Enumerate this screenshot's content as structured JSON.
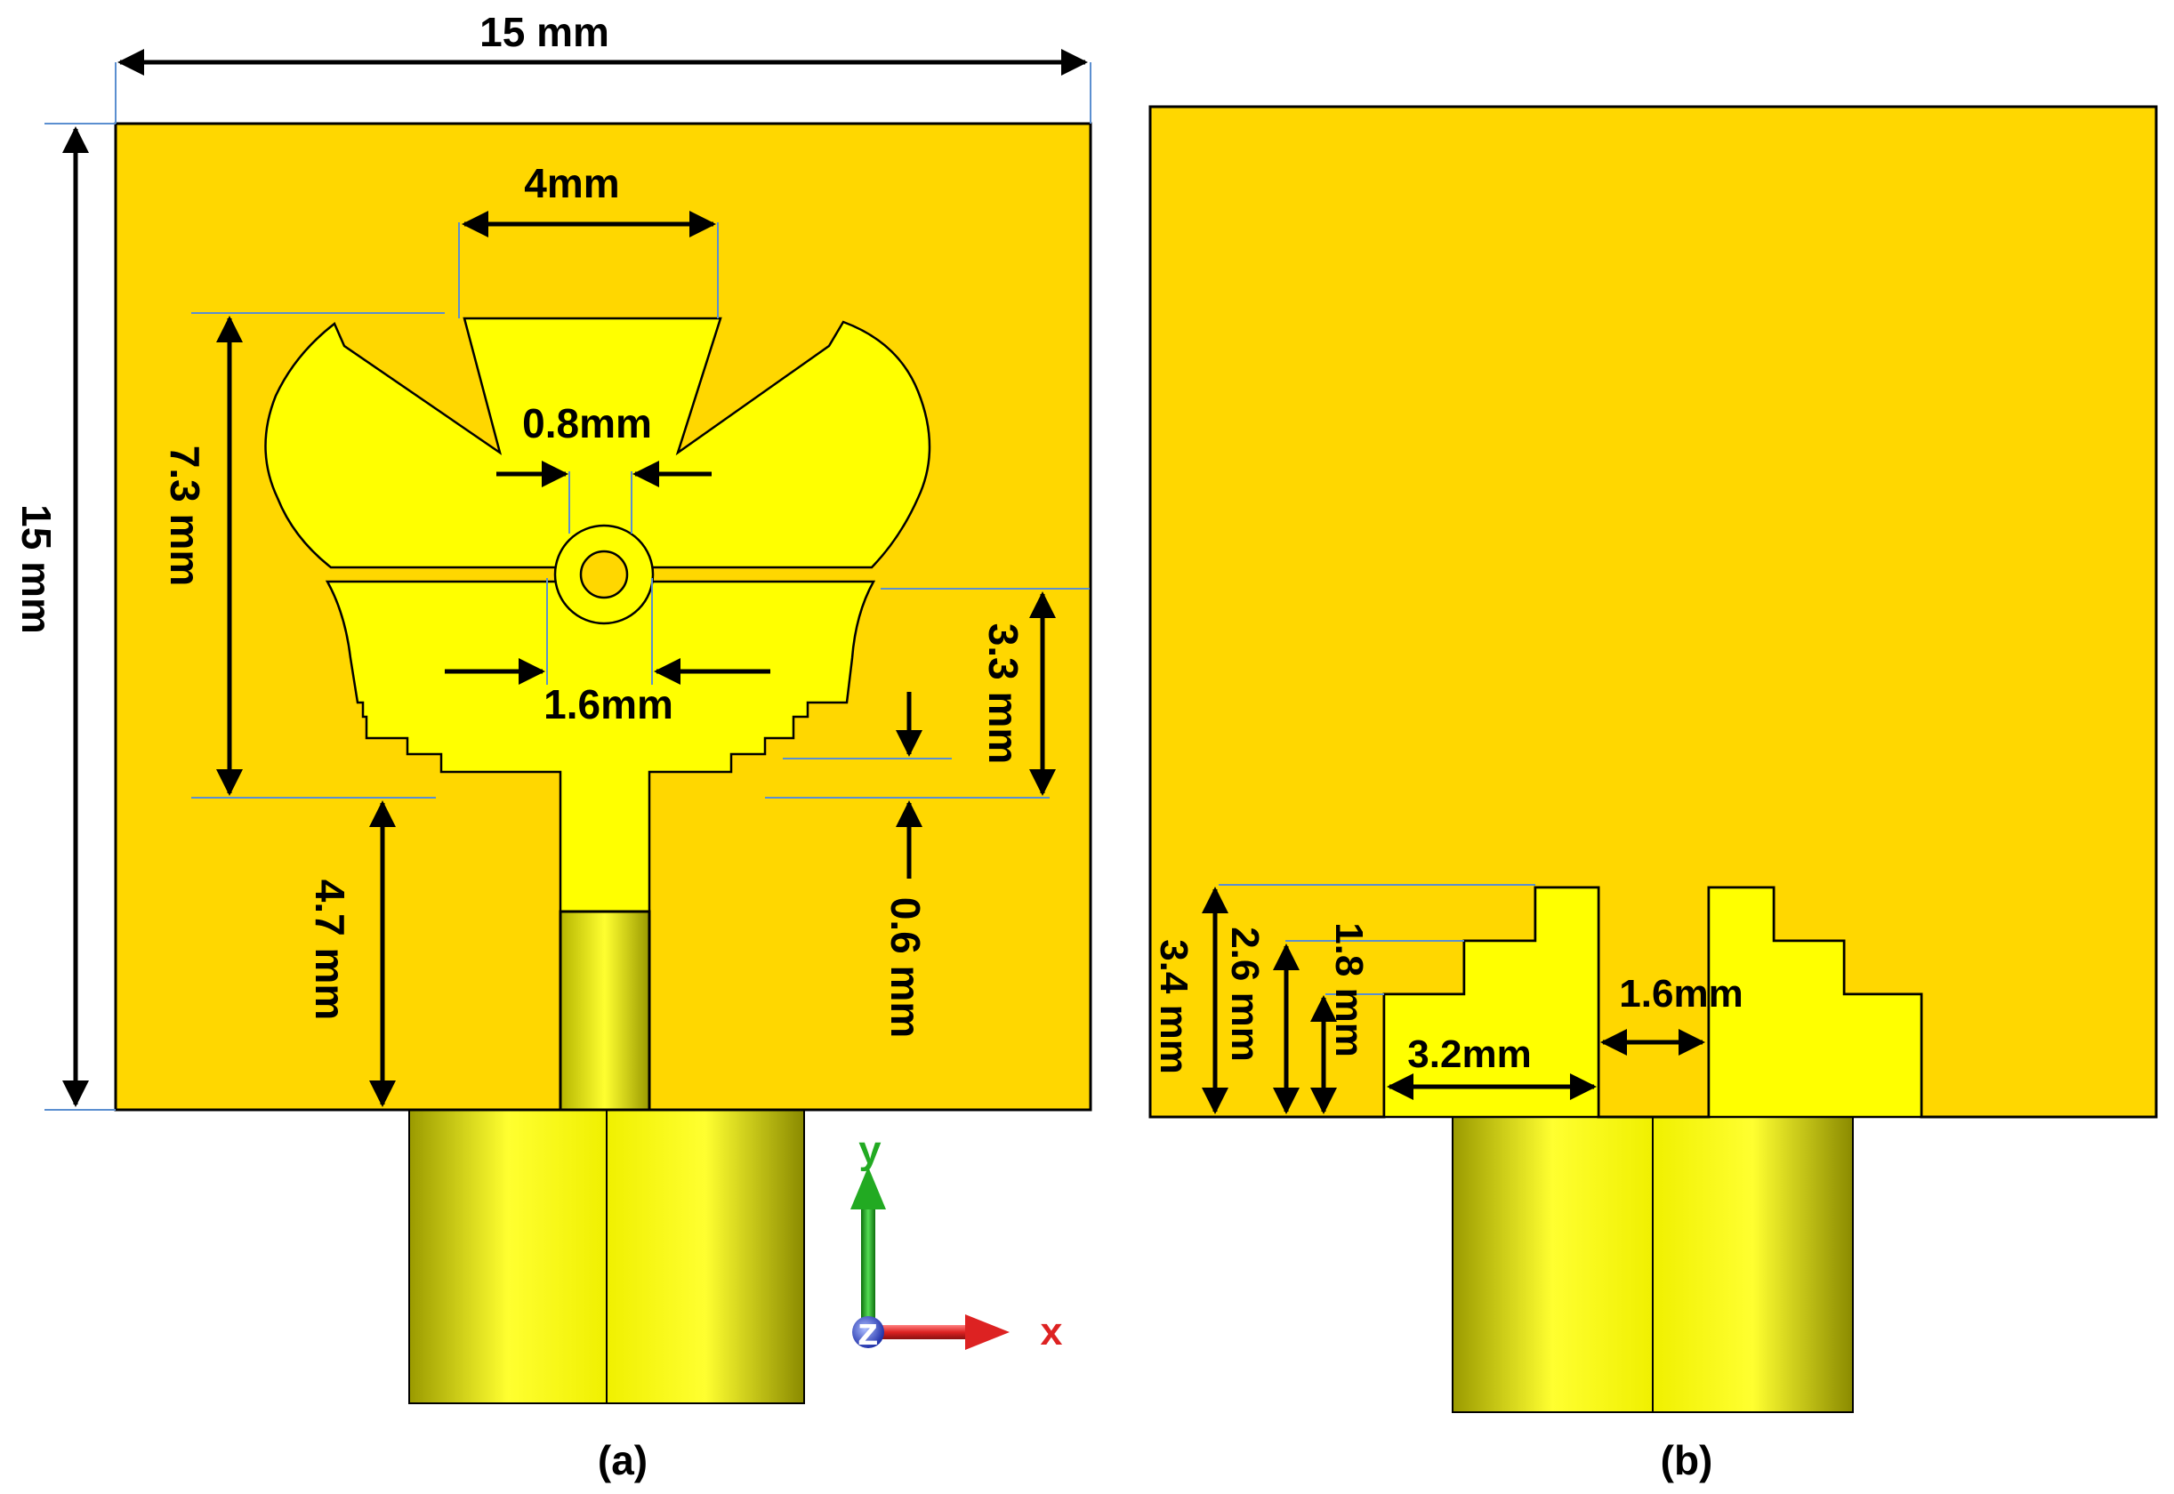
{
  "figure": {
    "panel_a": {
      "caption": "(a)",
      "dims": {
        "width_top": "15 mm",
        "height_left": "15 mm",
        "notch_top": "4mm",
        "radiator_height": "7.3 mm",
        "gap_center": "0.8mm",
        "ring_width": "1.6mm",
        "lower_height": "3.3 mm",
        "step": "0.6 mm",
        "feed_length": "4.7 mm"
      },
      "axes": {
        "y": "y",
        "z": "z",
        "x": "x"
      }
    },
    "panel_b": {
      "caption": "(b)",
      "dims": {
        "h1": "3.4 mm",
        "h2": "2.6 mm",
        "h3": "1.8 mm",
        "slot_width": "3.2mm",
        "gap": "1.6mm"
      }
    },
    "colors": {
      "substrate": "#FFD700",
      "copper": "#FFFF00",
      "outline": "#000000",
      "leader": "#5b8fd0",
      "axis_y": "#22aa22",
      "axis_x": "#dd2222",
      "axis_z": "#3355cc"
    }
  }
}
